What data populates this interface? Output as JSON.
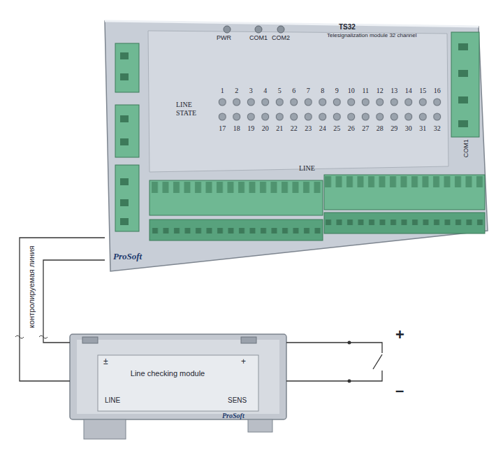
{
  "diagram": {
    "nodes": [
      {
        "text": [
          "TS32",
          "Telesignalization module 32 channel"
        ]
      },
      {
        "text": [
          "Line checking module"
        ]
      }
    ],
    "edges": [
      {
        "from": 0,
        "to": 1,
        "arrow": "none"
      },
      {
        "from": 0,
        "to": 1,
        "arrow": "none"
      }
    ],
    "labels": [
      "PWR",
      "COM1",
      "COM2",
      "LINE STATE",
      "1",
      "2",
      "3",
      "4",
      "5",
      "6",
      "7",
      "8",
      "9",
      "10",
      "11",
      "12",
      "13",
      "14",
      "15",
      "16",
      "17",
      "18",
      "19",
      "20",
      "21",
      "22",
      "23",
      "24",
      "25",
      "26",
      "27",
      "28",
      "29",
      "30",
      "31",
      "32",
      "LINE",
      "COM1",
      "ProSoft",
      "±",
      "+",
      "LINE",
      "SENS",
      "ProSoft",
      "контролируемая линия",
      "+",
      "–"
    ]
  }
}
